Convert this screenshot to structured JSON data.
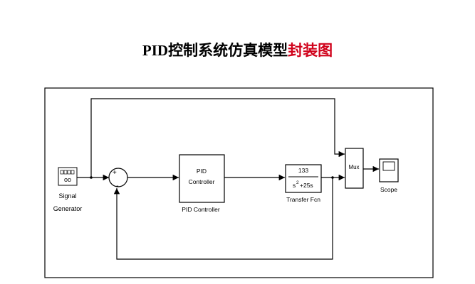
{
  "title": {
    "text_black": "PID控制系统仿真模型",
    "text_red": "封装图",
    "red_color": "#d0021b"
  },
  "blocks": {
    "signal_generator": {
      "label_line1": "Signal",
      "label_line2": "Generator",
      "icon_text": "oo"
    },
    "sum": {
      "plus_sign": "+",
      "minus_sign": "-"
    },
    "pid": {
      "text_line1": "PID",
      "text_line2": "Controller",
      "label": "PID Controller"
    },
    "transfer_fcn": {
      "numerator": "133",
      "denominator_exp": "2",
      "denominator_rest": "+25s",
      "denominator_s": "s",
      "label": "Transfer Fcn"
    },
    "mux": {
      "text": "Mux"
    },
    "scope": {
      "label": "Scope"
    }
  }
}
